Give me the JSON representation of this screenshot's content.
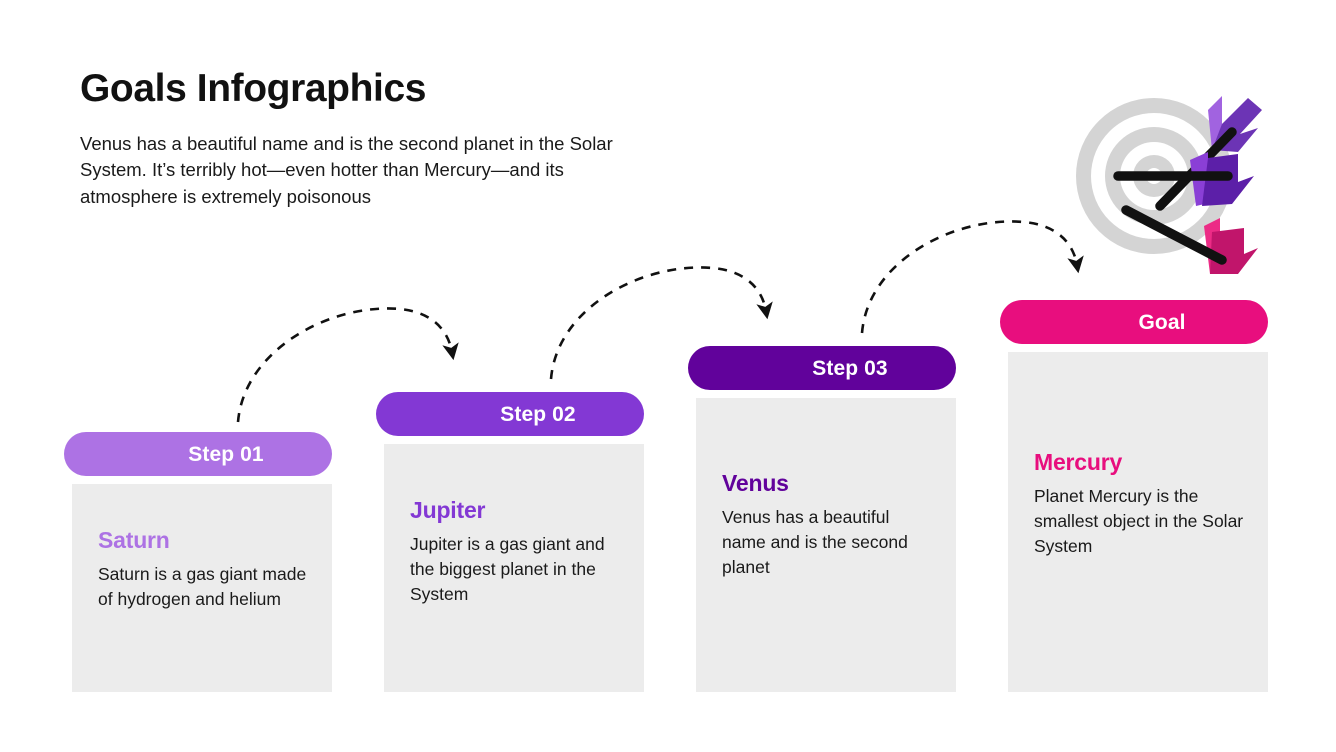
{
  "header": {
    "title": "Goals Infographics",
    "subtitle": "Venus has a beautiful name and is the second planet in the Solar System. It’s terribly hot—even hotter than Mercury—and its atmosphere is extremely poisonous"
  },
  "colors": {
    "step1": "#ad72e4",
    "step2": "#8338d4",
    "step3": "#61029b",
    "goal": "#e80e7e",
    "card_bg": "#ececec",
    "target_ring": "#d4d4d4",
    "arrow_shaft": "#111111",
    "text": "#1a1a1a"
  },
  "steps": [
    {
      "label": "Step 01",
      "planet": "Saturn",
      "description": "Saturn is a gas giant made of hydrogen and helium",
      "color": "#ad72e4"
    },
    {
      "label": "Step 02",
      "planet": "Jupiter",
      "description": "Jupiter is a gas giant and the biggest planet in the System",
      "color": "#8338d4"
    },
    {
      "label": "Step 03",
      "planet": "Venus",
      "description": "Venus has a beautiful name and is the second planet",
      "color": "#61029b"
    },
    {
      "label": "Goal",
      "planet": "Mercury",
      "description": "Planet Mercury is the smallest object in the Solar System",
      "color": "#e80e7e"
    }
  ],
  "illustration": {
    "name": "target-with-arrows",
    "arrows": [
      {
        "name": "arrow-upper",
        "fletch_light": "#a濃"
      },
      {
        "name": "arrow-middle"
      },
      {
        "name": "arrow-lower"
      }
    ]
  },
  "connectors": [
    {
      "name": "arc-step1-to-step2"
    },
    {
      "name": "arc-step2-to-step3"
    },
    {
      "name": "arc-step3-to-goal"
    }
  ]
}
